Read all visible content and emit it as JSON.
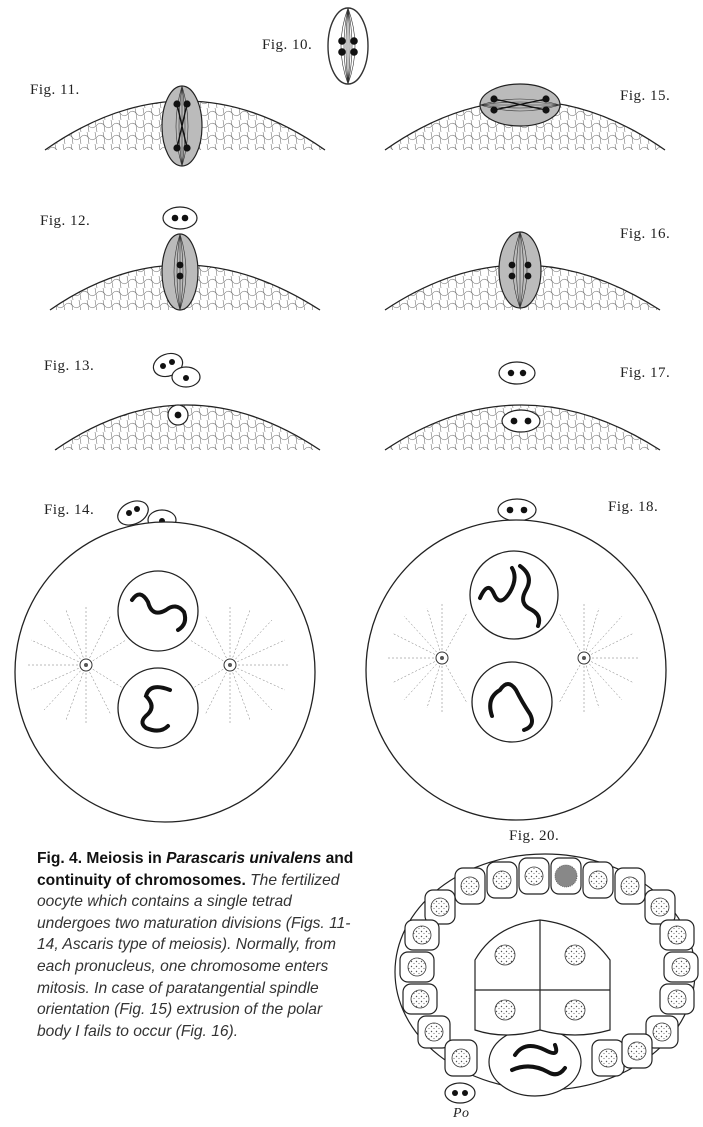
{
  "labels": {
    "fig10": "Fig. 10.",
    "fig11": "Fig. 11.",
    "fig12": "Fig. 12.",
    "fig13": "Fig. 13.",
    "fig14": "Fig. 14.",
    "fig15": "Fig. 15.",
    "fig16": "Fig. 16.",
    "fig17": "Fig. 17.",
    "fig18": "Fig. 18.",
    "fig20": "Fig. 20.",
    "po": "Po"
  },
  "caption": {
    "title_prefix": "Fig. 4. Meiosis in ",
    "title_species": "Parascaris univalens",
    "title_suffix": " and continuity of chromosomes.",
    "body": "The fertilized oocyte which contains a single tetrad undergoes two maturation divisions (Figs. 11-14, Ascaris type of meiosis). Normally, from each pronucleus, one chromosome enters mitosis. In case of paratangential spindle orientation (Fig. 15) extrusion of the polar body I fails to occur (Fig. 16)."
  }
}
